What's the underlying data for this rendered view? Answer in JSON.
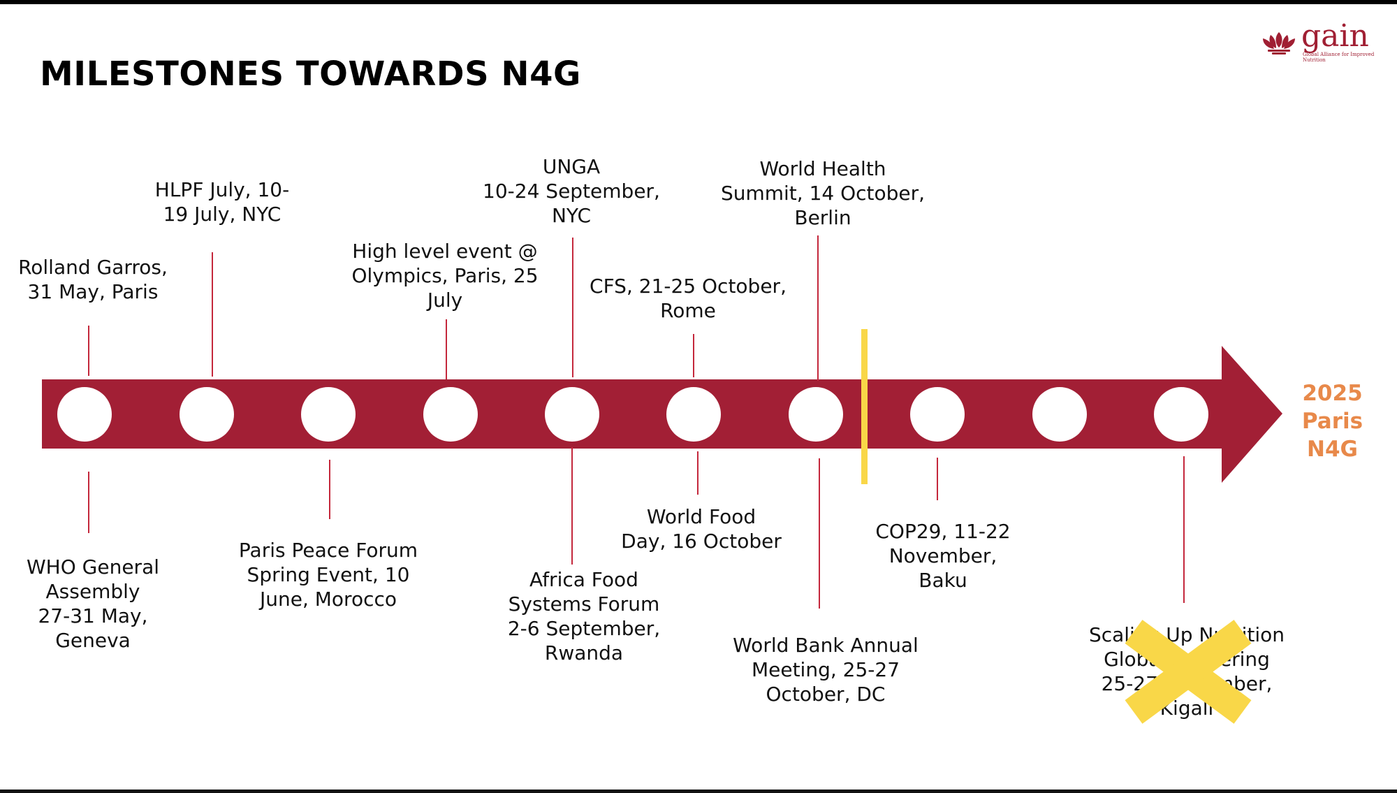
{
  "title": "MILESTONES TOWARDS N4G",
  "logo": {
    "word": "gain",
    "subtitle": "Global Alliance for Improved Nutrition"
  },
  "destination": {
    "year": "2025",
    "city": "Paris",
    "event": "N4G"
  },
  "colors": {
    "timeline": "#a21f35",
    "connector": "#c4283c",
    "divider": "#f9d748",
    "cross": "#f9d748",
    "destination": "#e8894a"
  },
  "milestones_above": [
    {
      "label": "Rolland Garros,\n31 May, Paris"
    },
    {
      "label": "HLPF July, 10-\n19 July, NYC"
    },
    {
      "label": "High level event @\nOlympics, Paris, 25\nJuly"
    },
    {
      "label": "UNGA\n10-24 September,\nNYC"
    },
    {
      "label": "CFS, 21-25 October,\nRome"
    },
    {
      "label": "World Health\nSummit, 14 October,\nBerlin"
    }
  ],
  "milestones_below": [
    {
      "label": "WHO General\nAssembly\n27-31 May,\nGeneva"
    },
    {
      "label": "Paris Peace Forum\nSpring Event, 10\nJune, Morocco"
    },
    {
      "label": "Africa Food\nSystems Forum\n2-6 September,\nRwanda"
    },
    {
      "label": "World Food\nDay, 16 October"
    },
    {
      "label": "World Bank Annual\nMeeting, 25-27\nOctober, DC"
    },
    {
      "label": "COP29, 11-22\nNovember,\nBaku"
    },
    {
      "label": "Scaling Up Nutrition\nGlobal Gathering\n25-27 November,\nKigali",
      "cancelled": true
    }
  ]
}
